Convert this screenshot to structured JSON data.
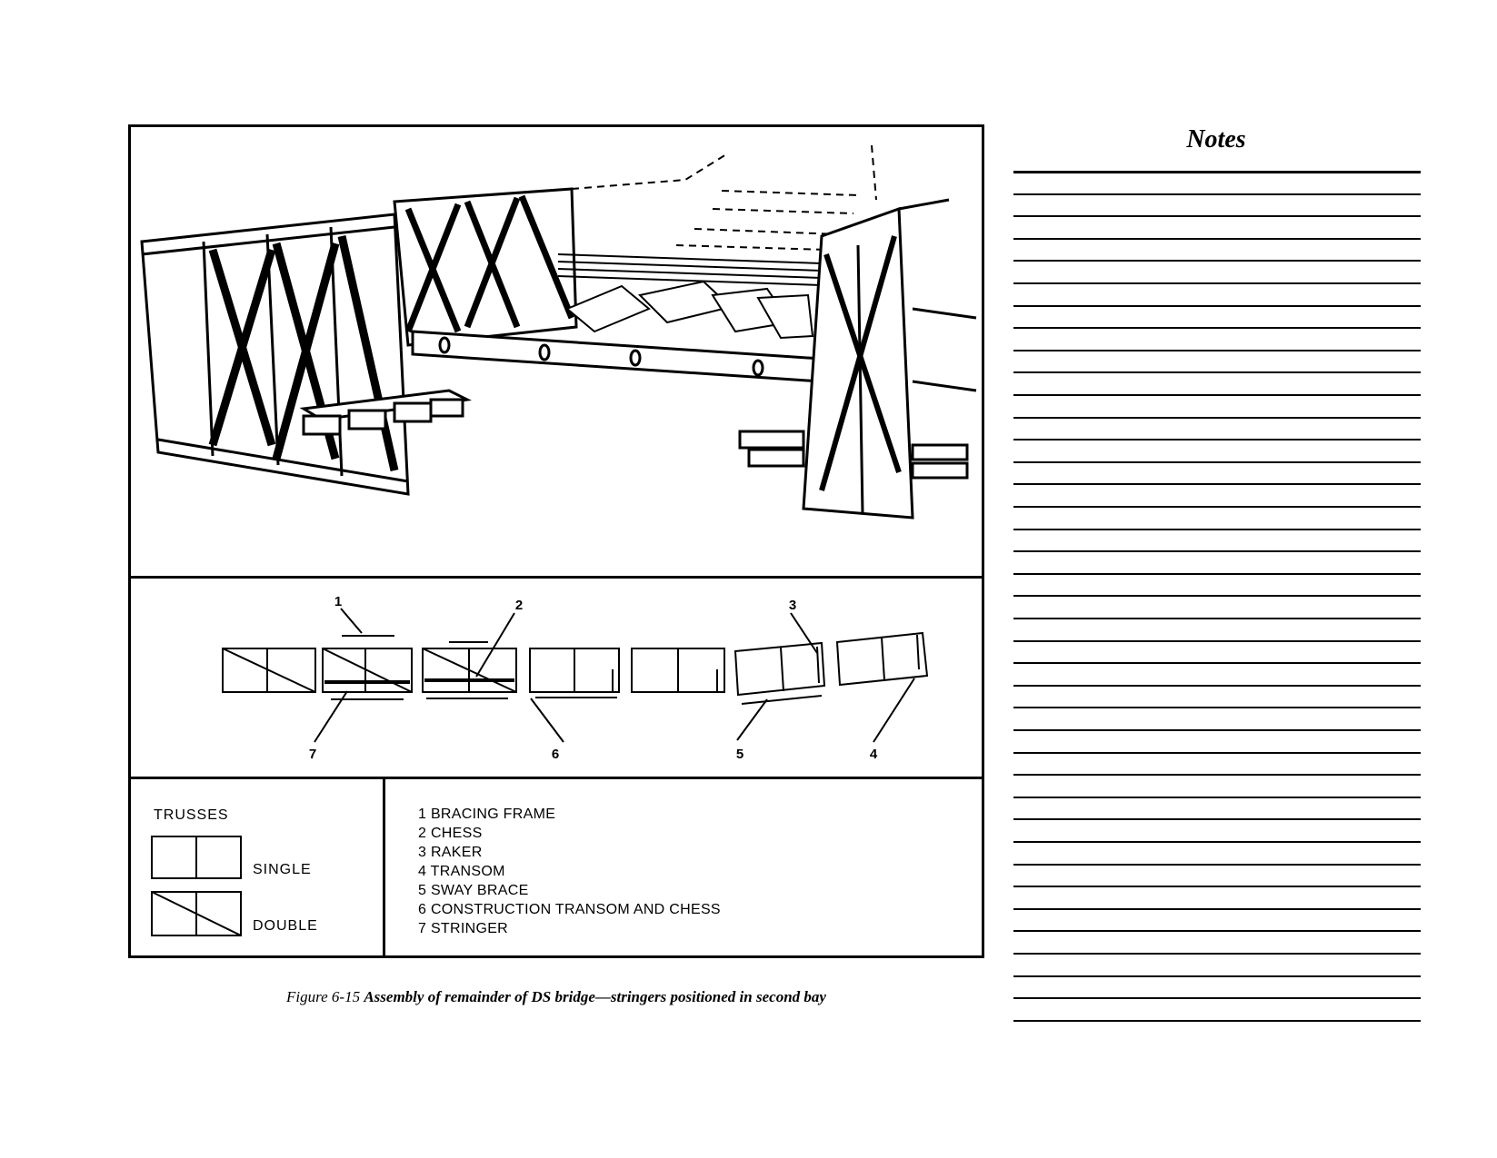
{
  "schematic": {
    "callouts": [
      "1",
      "2",
      "3",
      "4",
      "5",
      "6",
      "7"
    ]
  },
  "legend": {
    "trusses_title": "TRUSSES",
    "single_label": "SINGLE",
    "double_label": "DOUBLE",
    "parts": [
      "1 BRACING FRAME",
      "2 CHESS",
      "3 RAKER",
      "4 TRANSOM",
      "5 SWAY BRACE",
      "6 CONSTRUCTION TRANSOM AND CHESS",
      "7 STRINGER"
    ]
  },
  "caption": {
    "prefix": "Figure 6-15 ",
    "text": "Assembly of remainder of DS bridge—stringers positioned in second bay"
  },
  "notes": {
    "title": "Notes",
    "line_count": 39
  }
}
